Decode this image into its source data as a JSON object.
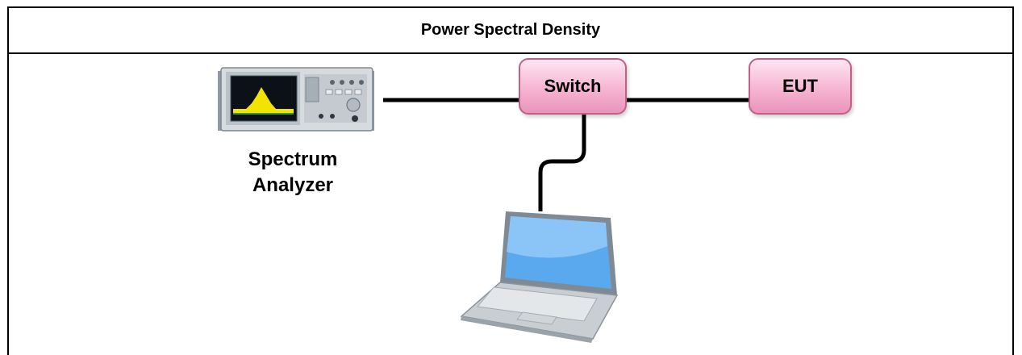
{
  "title": "Power Spectral Density",
  "nodes": {
    "switch": "Switch",
    "eut": "EUT"
  },
  "devices": {
    "spectrum_analyzer": {
      "label_line1": "Spectrum",
      "label_line2": "Analyzer",
      "icon": "spectrum-analyzer-icon"
    },
    "laptop": {
      "icon": "laptop-icon"
    }
  },
  "colors": {
    "node_fill": "#f6b5d2",
    "node_border": "#c0608a",
    "cable": "#000000",
    "laptop_screen": "#5aa9ee",
    "analyzer_trace": "#f2e400"
  }
}
